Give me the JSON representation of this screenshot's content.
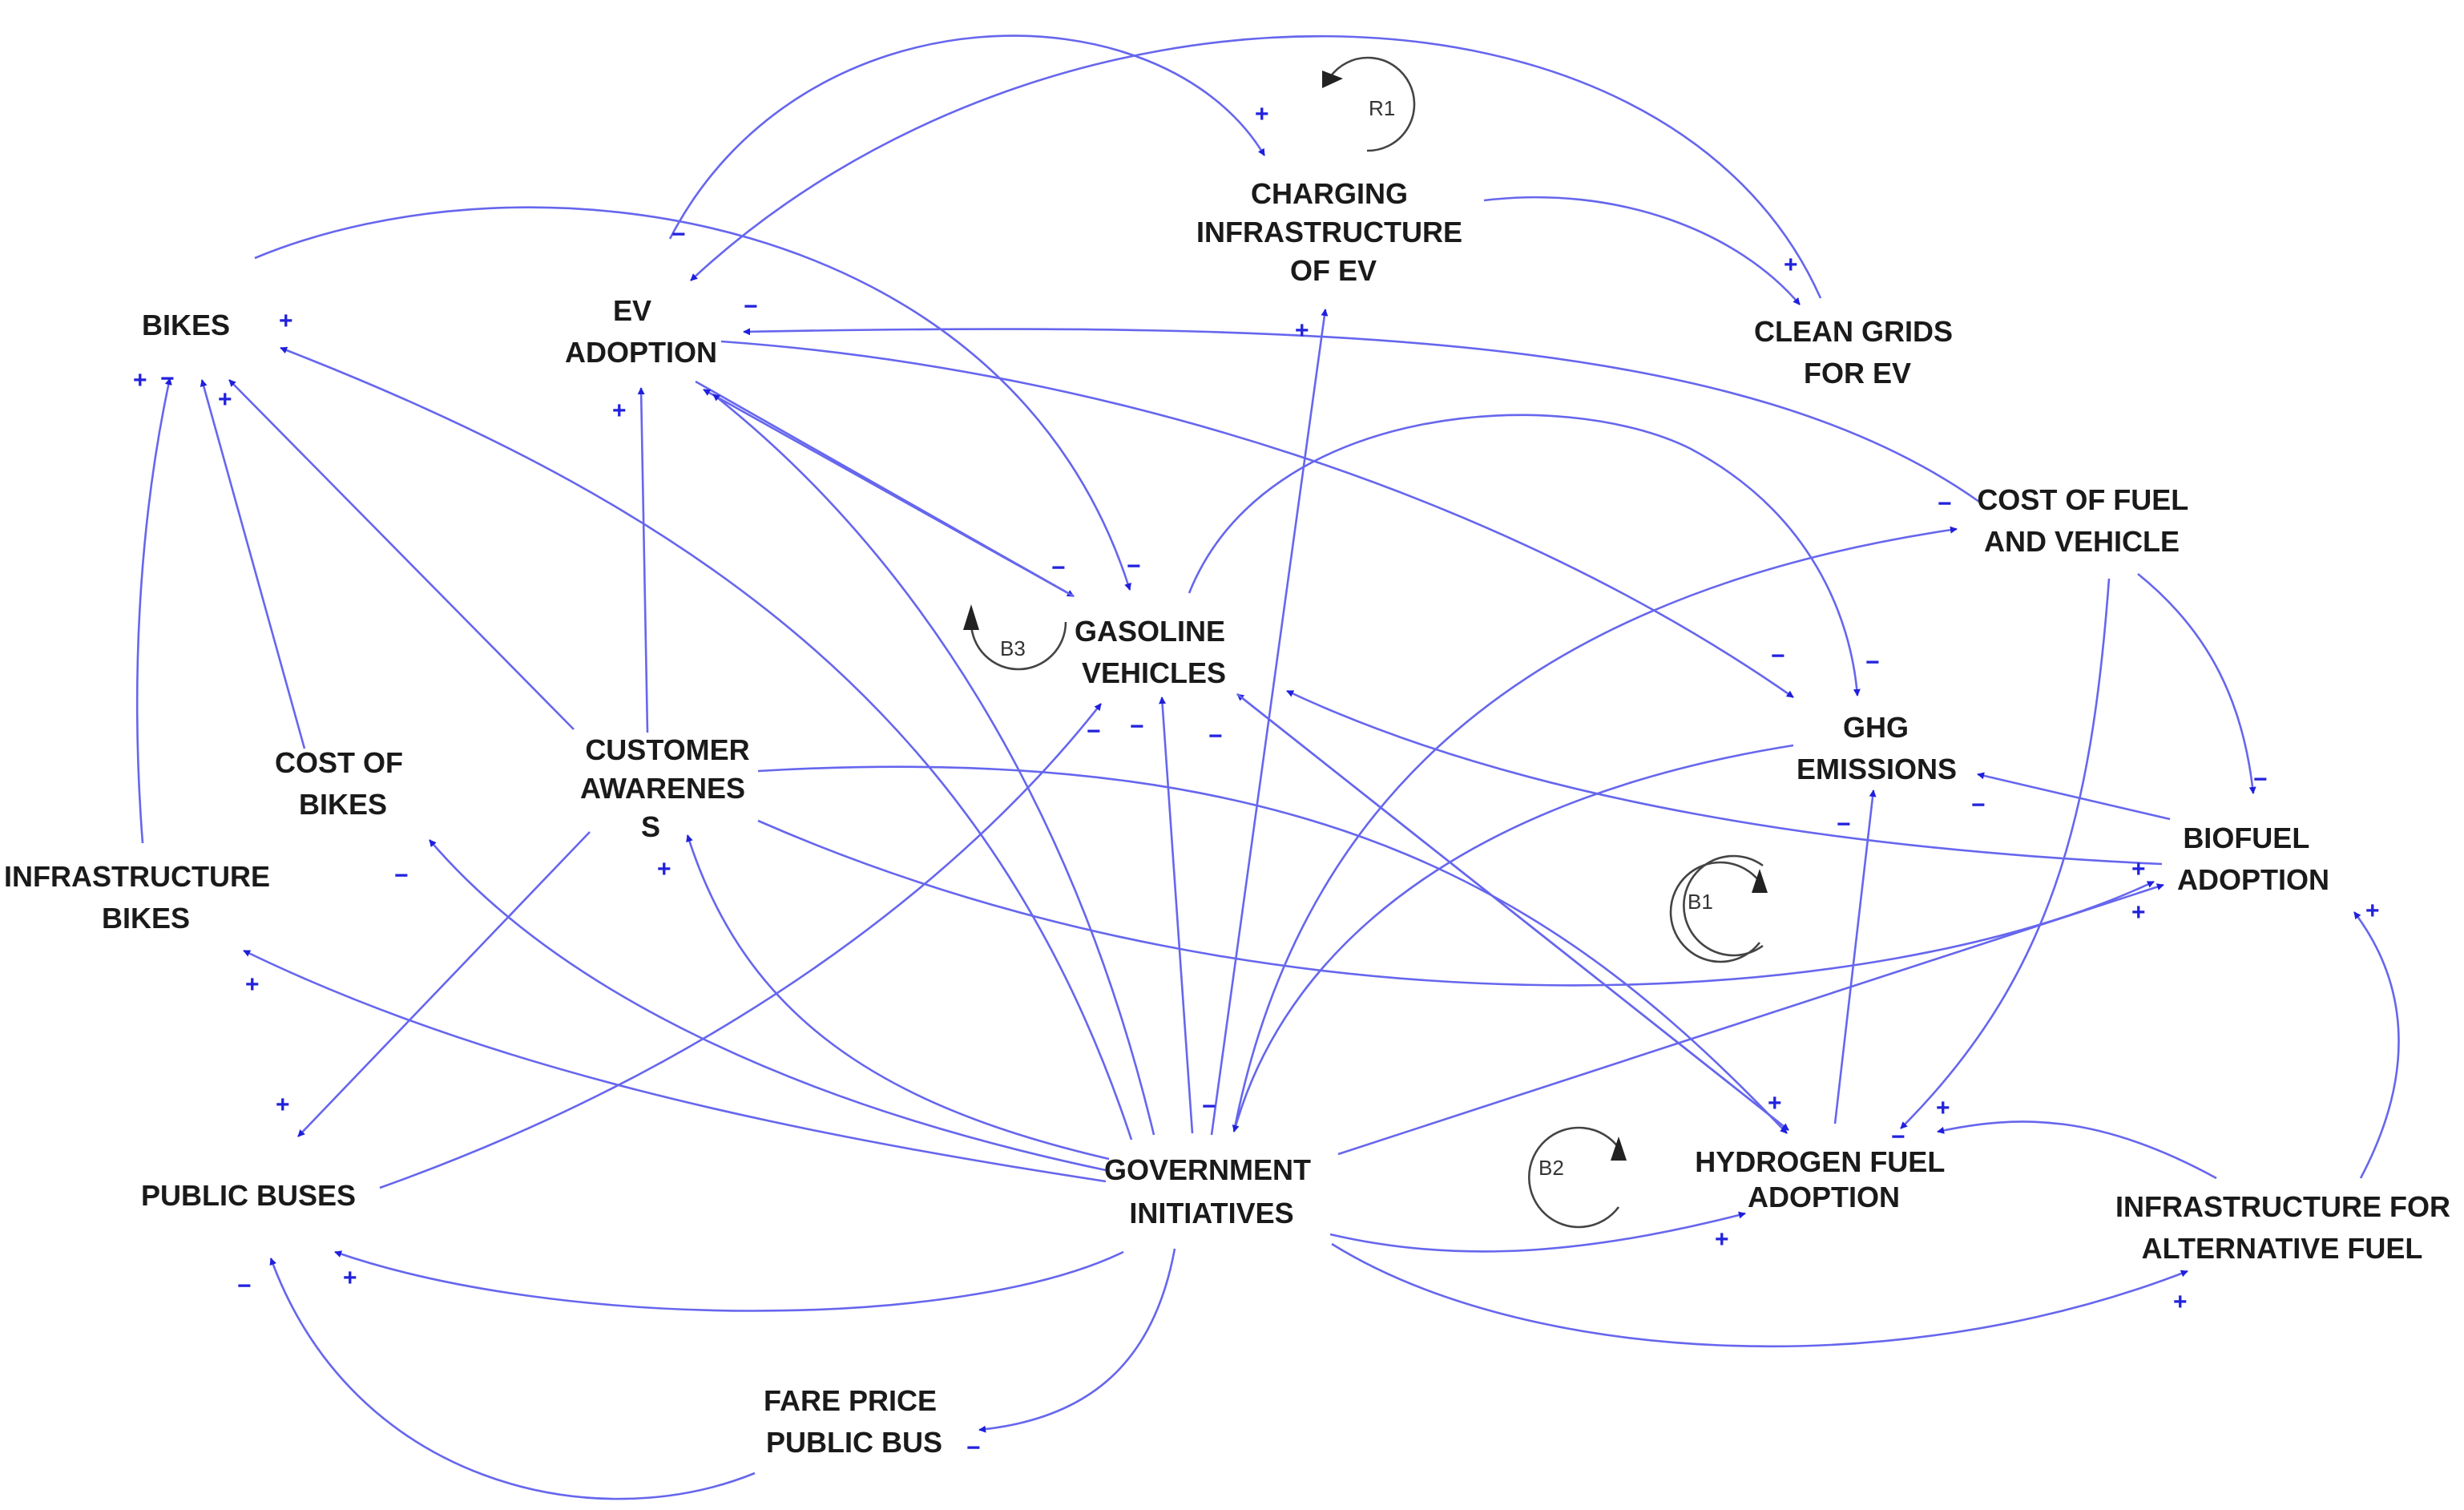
{
  "nodes": {
    "bikes": [
      "BIKES"
    ],
    "ev_adoption": [
      "EV",
      "ADOPTION"
    ],
    "charging_infrastructure": [
      "CHARGING",
      "INFRASTRUCTURE",
      "OF EV"
    ],
    "clean_grids": [
      "CLEAN GRIDS",
      "FOR EV"
    ],
    "cost_fuel_vehicle": [
      "COST OF FUEL",
      "AND VEHICLE"
    ],
    "gasoline_vehicles": [
      "GASOLINE",
      "VEHICLES"
    ],
    "ghg_emissions": [
      "GHG",
      "EMISSIONS"
    ],
    "cost_of_bikes": [
      "COST OF",
      "BIKES"
    ],
    "customer_awareness": [
      "CUSTOMER",
      "AWARENES",
      "S"
    ],
    "infrastructure_bikes": [
      "INFRASTRUCTURE",
      "BIKES"
    ],
    "biofuel_adoption": [
      "BIOFUEL",
      "ADOPTION"
    ],
    "public_buses": [
      "PUBLIC BUSES"
    ],
    "government_initiatives": [
      "GOVERNMENT",
      "INITIATIVES"
    ],
    "hydrogen_fuel_adoption": [
      "HYDROGEN FUEL",
      "ADOPTION"
    ],
    "infrastructure_alt_fuel": [
      "INFRASTRUCTURE FOR",
      "ALTERNATIVE FUEL"
    ],
    "fare_price_public_bus": [
      "FARE PRICE",
      "PUBLIC BUS"
    ]
  },
  "loops": {
    "r1": "R1",
    "b1": "B1",
    "b2": "B2",
    "b3": "B3"
  },
  "polarity": {
    "plus": "+",
    "minus": "−"
  },
  "colors": {
    "link": "#6666ee",
    "arrowhead": "#1f1fdd",
    "polarity": "#2222dd",
    "loop": "#444444",
    "text": "#1a1a1a"
  }
}
